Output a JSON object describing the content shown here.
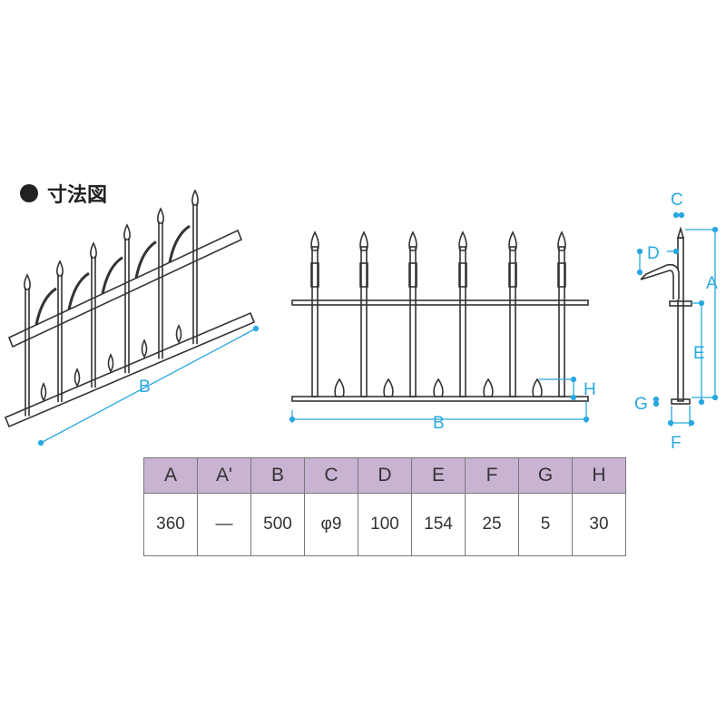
{
  "title": "寸法図",
  "colors": {
    "dimension": "#29a8e0",
    "header": "#c9b3d3"
  },
  "labels": {
    "A": "A",
    "B": "B",
    "C": "C",
    "D": "D",
    "E": "E",
    "F": "F",
    "G": "G",
    "H": "H"
  },
  "table": {
    "headers": [
      "A",
      "A'",
      "B",
      "C",
      "D",
      "E",
      "F",
      "G",
      "H"
    ],
    "values": [
      "360",
      "—",
      "500",
      "φ9",
      "100",
      "154",
      "25",
      "5",
      "30"
    ]
  }
}
